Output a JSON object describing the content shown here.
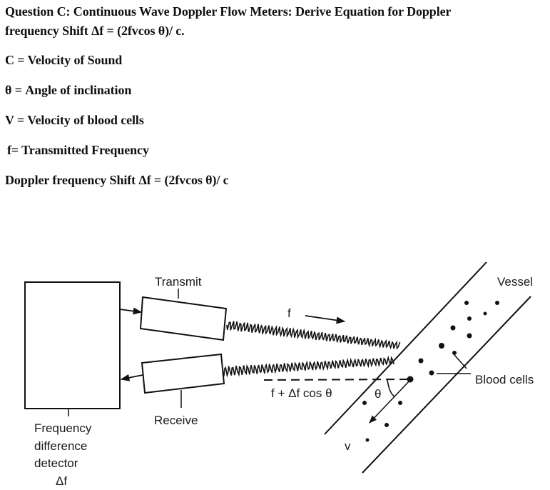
{
  "question": {
    "line1": "Question C: Continuous Wave Doppler Flow Meters:  Derive Equation for Doppler",
    "line2": "frequency Shift Δf = (2fvcos θ)/ c."
  },
  "definitions": [
    "C = Velocity of Sound",
    "θ  = Angle of inclination",
    "V = Velocity of blood cells",
    "f= Transmitted Frequency",
    "Doppler frequency Shift Δf = (2fvcos θ)/ c"
  ],
  "diagram": {
    "transmit_label": "Transmit",
    "receive_label": "Receive",
    "detector_label": [
      "Frequency",
      "difference",
      "detector",
      "Δf"
    ],
    "transmitted_freq_label": "f",
    "received_freq_label": "f + Δf cos θ",
    "angle_label": "θ",
    "velocity_label": "v",
    "vessel_label": "Vessel",
    "blood_cells_label": "Blood cells"
  }
}
